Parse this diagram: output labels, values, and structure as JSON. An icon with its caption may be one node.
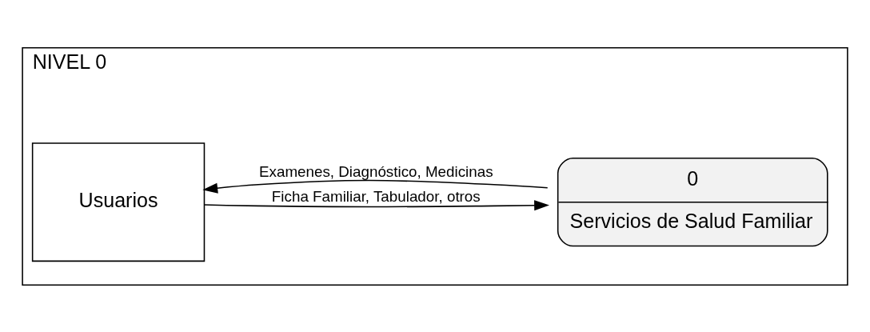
{
  "diagram": {
    "nodes": [
      {
        "text": [
          "NIVEL 0"
        ]
      },
      {
        "text": [
          "Usuarios"
        ],
        "in": 0
      },
      {
        "text": [
          "0",
          "Servicios de Salud Familiar"
        ],
        "in": 0
      }
    ],
    "edges": [
      {
        "from": 1,
        "to": 2,
        "arrow": "to",
        "label": "Ficha Familiar, Tabulador, otros"
      },
      {
        "from": 2,
        "to": 1,
        "arrow": "to",
        "label": "Examenes, Diagnóstico, Medicinas"
      }
    ]
  }
}
